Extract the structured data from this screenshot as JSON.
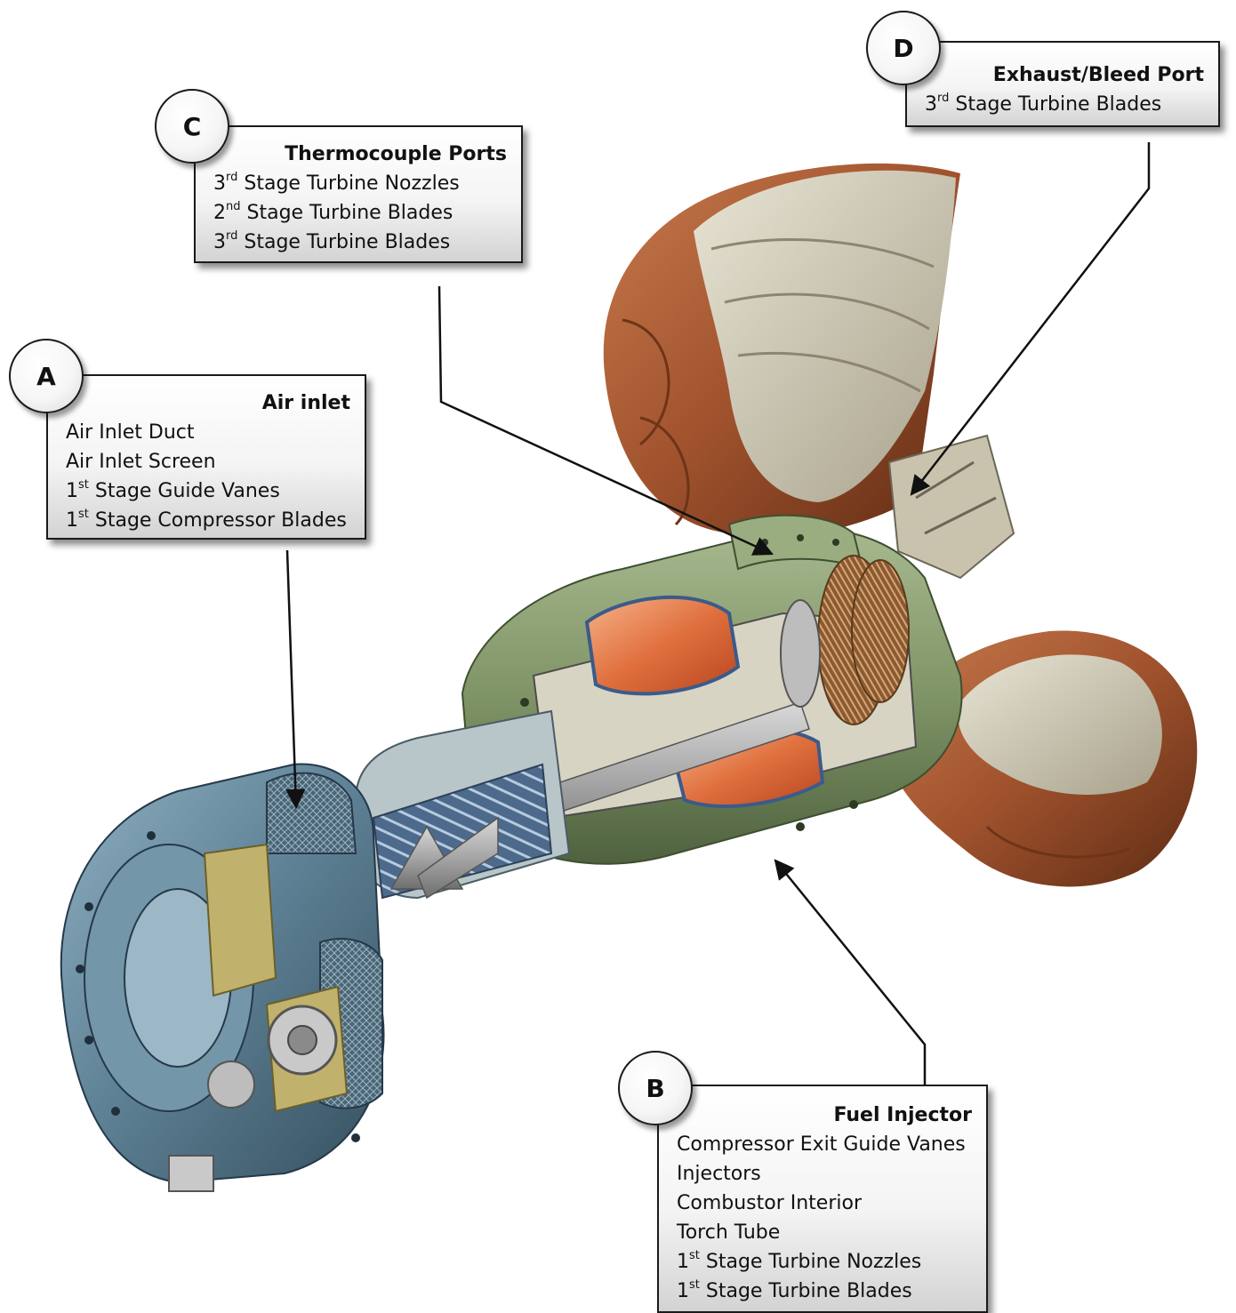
{
  "callouts": {
    "a": {
      "badge": "A",
      "title": "Air inlet",
      "items": [
        "Air Inlet Duct",
        "Air Inlet Screen",
        "1st Stage Guide Vanes",
        "1st Stage Compressor Blades"
      ]
    },
    "b": {
      "badge": "B",
      "title": "Fuel Injector",
      "items": [
        "Compressor Exit Guide Vanes",
        "Injectors",
        "Combustor Interior",
        "Torch Tube",
        "1st Stage Turbine Nozzles",
        "1st Stage Turbine Blades"
      ]
    },
    "c": {
      "badge": "C",
      "title": "Thermocouple Ports",
      "items": [
        "3rd Stage Turbine Nozzles",
        "2nd Stage Turbine Blades",
        "3rd Stage Turbine Blades"
      ]
    },
    "d": {
      "badge": "D",
      "title": "Exhaust/Bleed Port",
      "items": [
        "3rd Stage Turbine Blades"
      ]
    }
  },
  "colors": {
    "casing_green": "#7f9466",
    "inlet_blue": "#5d7f93",
    "exhaust_copper": "#a0522d",
    "combustor_orange": "#e0703e",
    "compressor_blue": "#5a7aa0"
  }
}
